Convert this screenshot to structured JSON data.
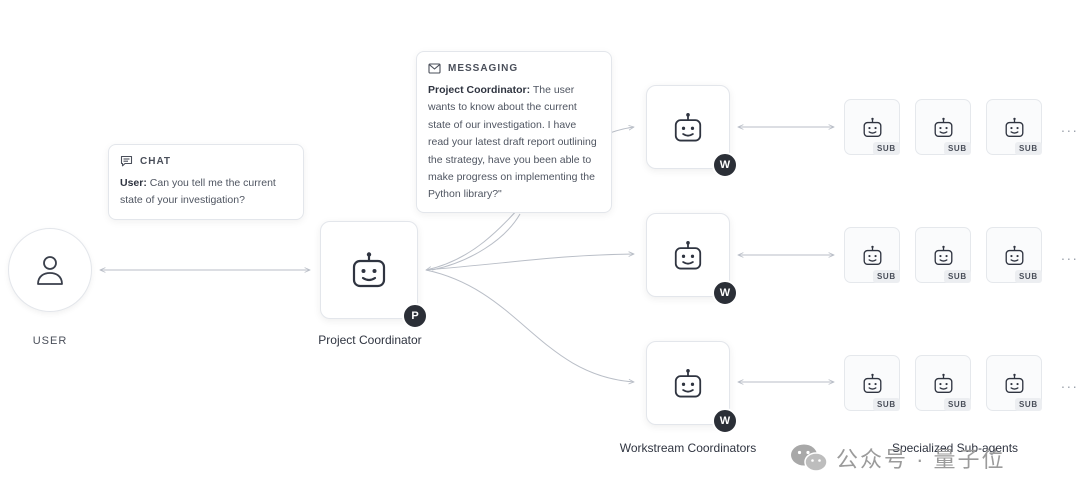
{
  "user": {
    "label": "USER",
    "icon": "user-icon"
  },
  "chat": {
    "header": "CHAT",
    "speaker": "User:",
    "text": " Can you tell me the current state of your investigation?",
    "icon": "chat-icon"
  },
  "messaging": {
    "header": "MESSAGING",
    "speaker": "Project Coordinator:",
    "text": " The user wants to know about the current state of our investigation. I have read your latest draft report outlining the strategy, have you been able to make progress on implementing the Python library?\"",
    "icon": "mail-icon"
  },
  "project_coordinator": {
    "label": "Project Coordinator",
    "badge": "P"
  },
  "workstream": {
    "label": "Workstream Coordinators",
    "badge": "W",
    "count": 3
  },
  "subagents": {
    "label": "Specialized Sub-agents",
    "tag": "SUB",
    "per_row": 3,
    "more": "..."
  },
  "watermark": {
    "text": "公众号 · 量子位",
    "icon": "wechat-icon"
  },
  "colors": {
    "line": "#b9bec7",
    "badge": "#2b2f37",
    "border": "#e3e6eb"
  }
}
